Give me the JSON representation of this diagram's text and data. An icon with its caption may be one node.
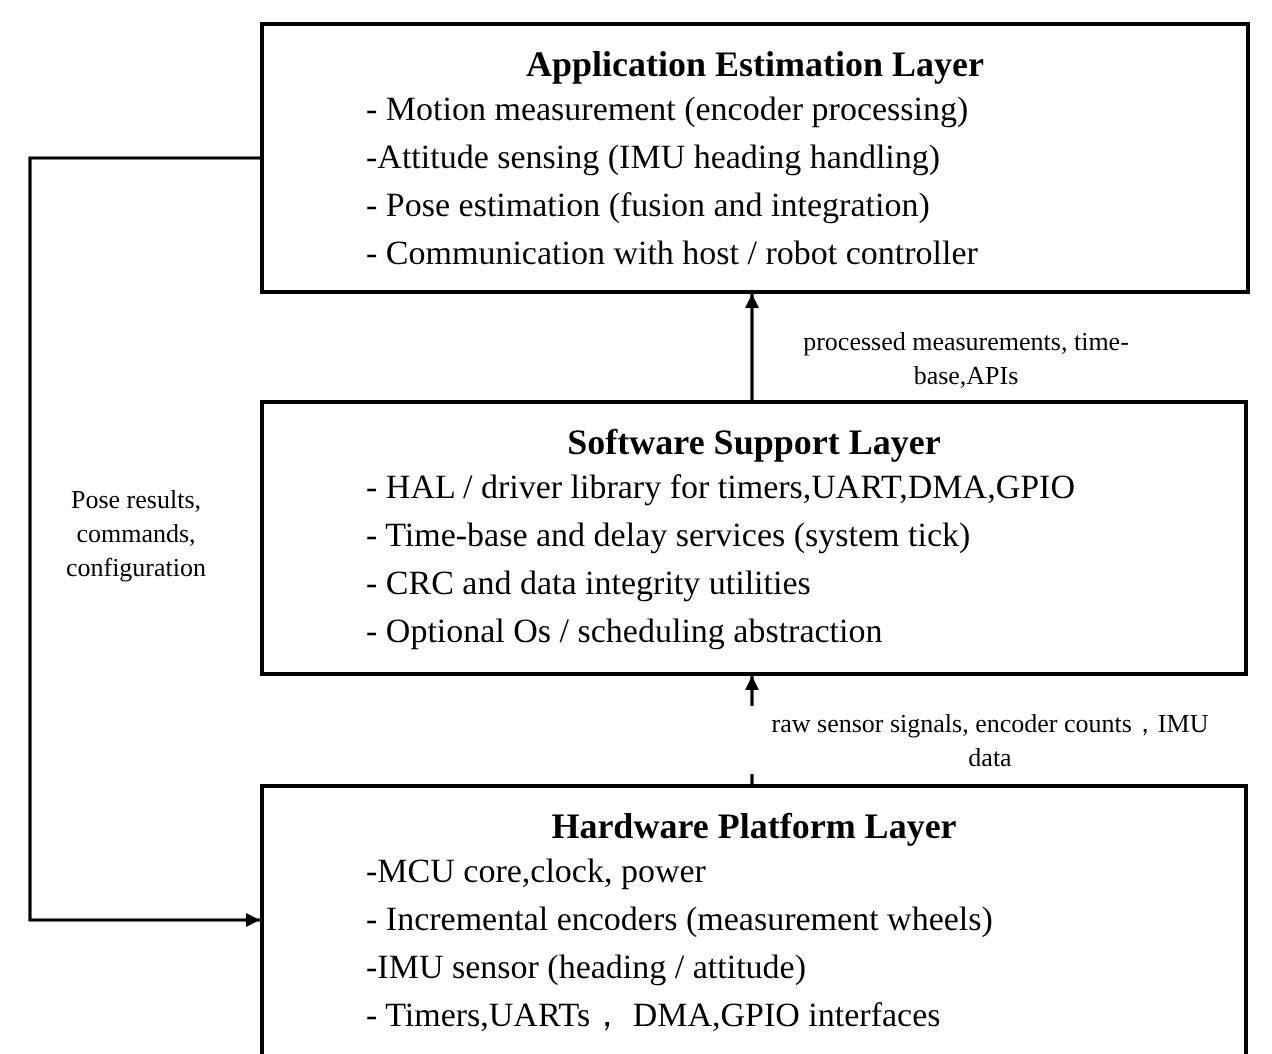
{
  "diagram": {
    "nodes": [
      {
        "text": [
          "Application Estimation Layer",
          "- Motion measurement (encoder processing)",
          "-Attitude sensing (IMU heading handling)",
          "- Pose estimation (fusion and integration)",
          "- Communication with host / robot controller"
        ]
      },
      {
        "text": [
          "Software Support Layer",
          "- HAL / driver library for timers,UART,DMA,GPIO",
          "- Time-base and delay services (system tick)",
          "- CRC and data integrity utilities",
          "- Optional Os / scheduling abstraction"
        ]
      },
      {
        "text": [
          "Hardware Platform Layer",
          "-MCU core,clock, power",
          "- Incremental encoders (measurement wheels)",
          "-IMU sensor (heading / attitude)",
          "- Timers,UARTs， DMA,GPIO interfaces"
        ]
      }
    ],
    "edges": [
      {
        "from": 2,
        "to": 1,
        "arrow": "to",
        "label": "raw sensor signals, encoder counts，IMU data"
      },
      {
        "from": 1,
        "to": 0,
        "arrow": "to",
        "label": "processed measurements, time-base,APIs"
      },
      {
        "from": 0,
        "to": 2,
        "arrow": "to",
        "label": "Pose results, commands, configuration"
      }
    ]
  }
}
